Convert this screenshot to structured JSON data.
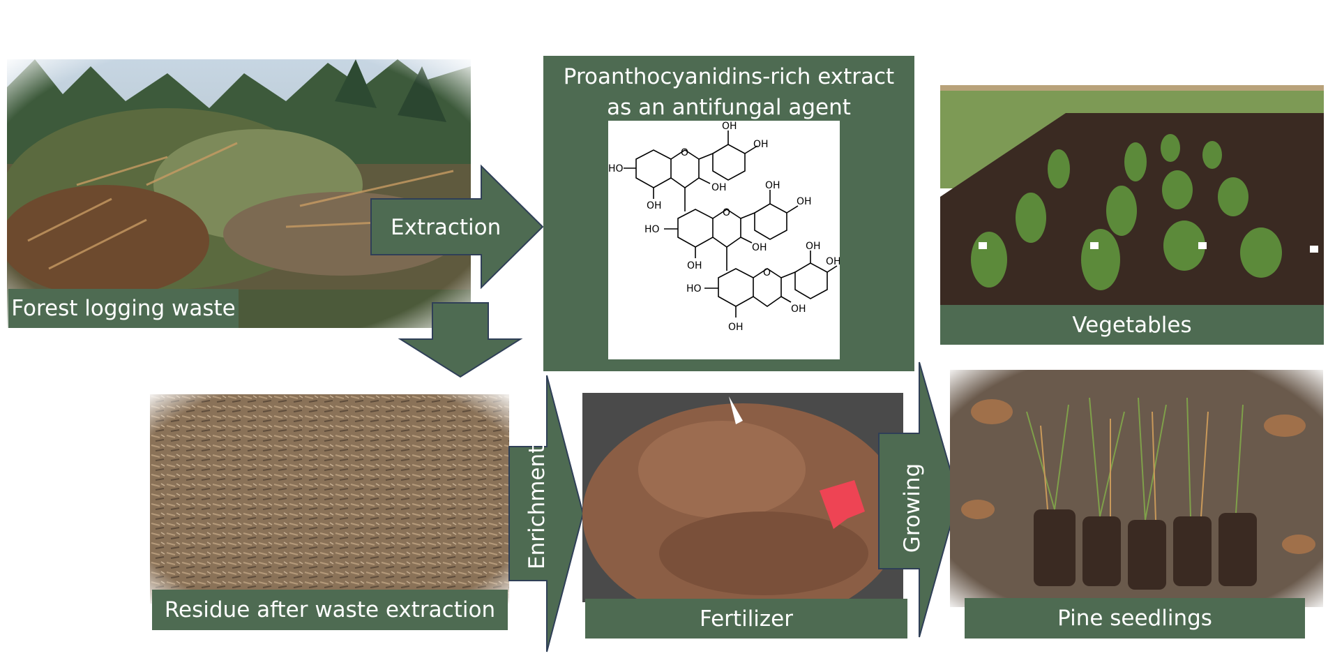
{
  "colors": {
    "panel": "#4e6b52",
    "arrow_stroke": "#2f3f57",
    "label_text": "#ffffff"
  },
  "labels": {
    "forest": "Forest logging waste",
    "extraction": "Extraction",
    "extract_title_line1": "Proanthocyanidins-rich extract",
    "extract_title_line2": "as an antifungal agent",
    "vegetables": "Vegetables",
    "residue": "Residue after waste extraction",
    "enrichment": "Enrichment",
    "fertilizer": "Fertilizer",
    "growing": "Growing",
    "pine": "Pine seedlings"
  },
  "structure": {
    "oh": "OH",
    "ho": "HO",
    "o": "O"
  },
  "icons": {
    "flow_arrows": "block-arrow-icon"
  }
}
